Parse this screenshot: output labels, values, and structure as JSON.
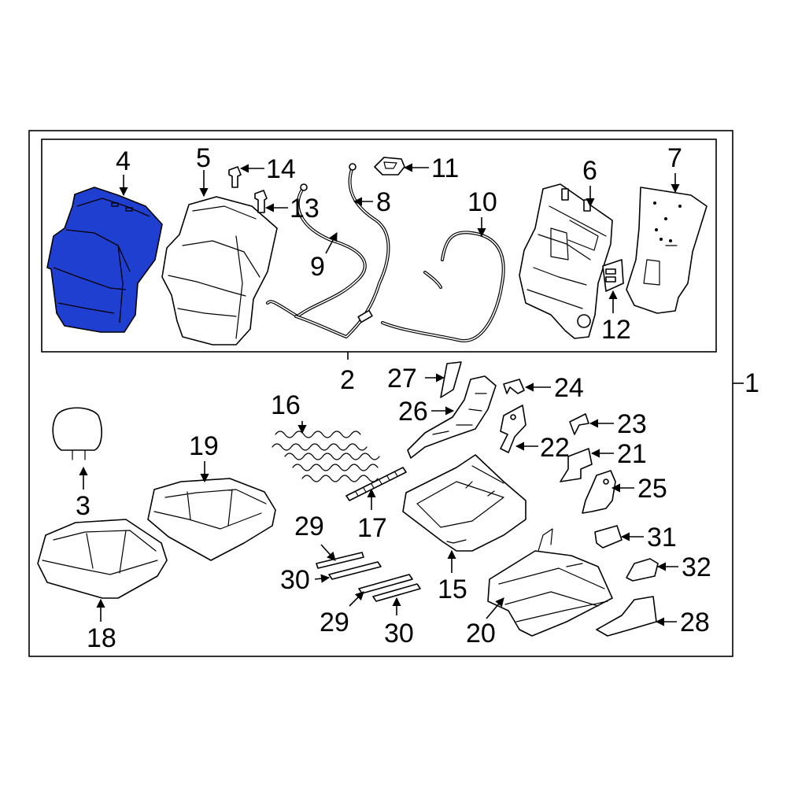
{
  "diagram": {
    "highlight_color": "#1f3fd0",
    "callouts": {
      "c1": "1",
      "c2": "2",
      "c3": "3",
      "c4": "4",
      "c5": "5",
      "c6": "6",
      "c7": "7",
      "c8": "8",
      "c9": "9",
      "c10": "10",
      "c11": "11",
      "c12": "12",
      "c13": "13",
      "c14": "14",
      "c15": "15",
      "c16": "16",
      "c17": "17",
      "c18": "18",
      "c19": "19",
      "c20": "20",
      "c21": "21",
      "c22": "22",
      "c23": "23",
      "c24": "24",
      "c25": "25",
      "c26": "26",
      "c27": "27",
      "c28": "28",
      "c29a": "29",
      "c29b": "29",
      "c30a": "30",
      "c30b": "30",
      "c31": "31",
      "c32": "32"
    }
  }
}
